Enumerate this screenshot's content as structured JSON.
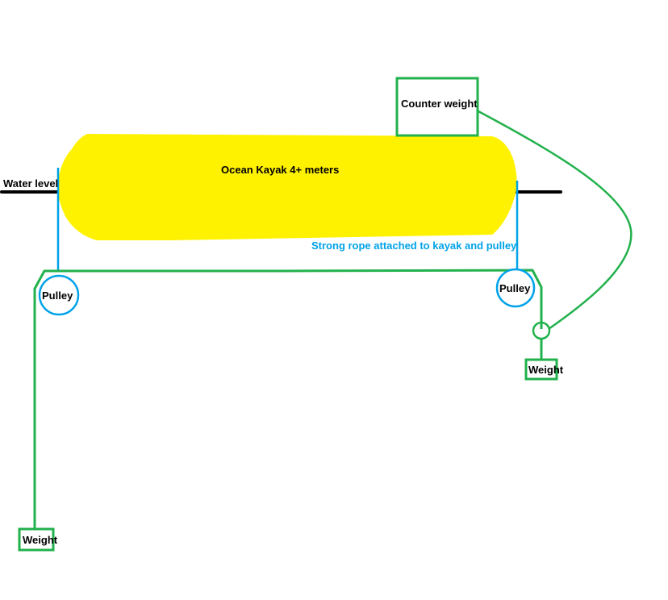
{
  "labels": {
    "kayak": "Ocean Kayak 4+ meters",
    "water_level": "Water level",
    "counter_weight": "Counter weight",
    "rope_note": "Strong rope attached to kayak and pulley",
    "pulley_left": "Pulley",
    "pulley_right": "Pulley",
    "weight_left": "Weight",
    "weight_right": "Weight"
  },
  "colors": {
    "kayak": "#FFF200",
    "rope_green": "#22B14C",
    "rope_blue": "#00A2E8",
    "water_line": "#000000",
    "text": "#000000"
  }
}
